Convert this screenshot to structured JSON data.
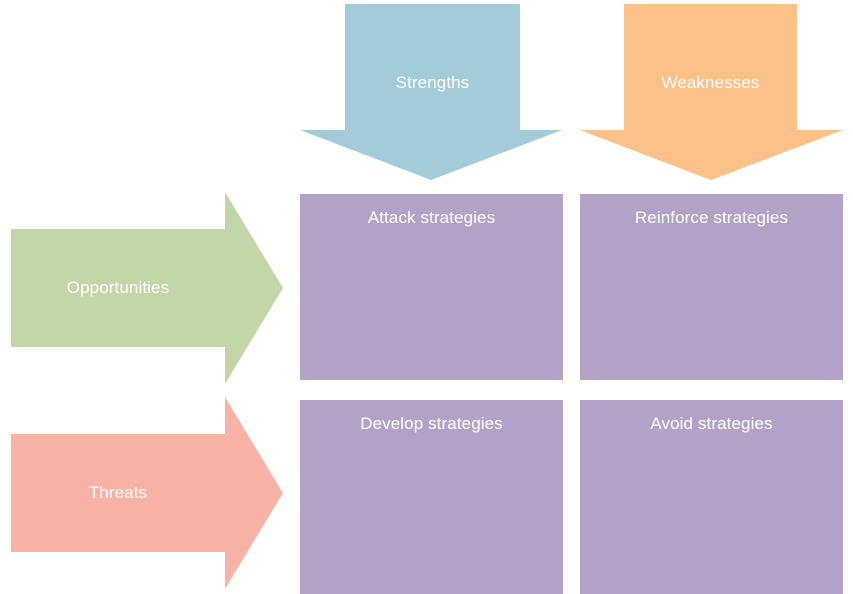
{
  "diagram": {
    "type": "swot-tows-matrix",
    "background": "#ffffff",
    "column_headers": [
      {
        "id": "strengths",
        "label": "Strengths",
        "color": "#a3ccd8",
        "shape": "down-arrow"
      },
      {
        "id": "weaknesses",
        "label": "Weaknesses",
        "color": "#fcc189",
        "shape": "down-arrow"
      }
    ],
    "row_headers": [
      {
        "id": "opportunities",
        "label": "Opportunities",
        "color": "#c3d6a8",
        "shape": "right-arrow"
      },
      {
        "id": "threats",
        "label": "Threats",
        "color": "#f9b2a6",
        "shape": "right-arrow"
      }
    ],
    "cells": [
      {
        "id": "attack",
        "label": "Attack strategies",
        "row": "opportunities",
        "column": "strengths",
        "color": "#b3a2c7"
      },
      {
        "id": "reinforce",
        "label": "Reinforce strategies",
        "row": "opportunities",
        "column": "weaknesses",
        "color": "#b3a2c7"
      },
      {
        "id": "develop",
        "label": "Develop strategies",
        "row": "threats",
        "column": "strengths",
        "color": "#b3a2c7"
      },
      {
        "id": "avoid",
        "label": "Avoid strategies",
        "row": "threats",
        "column": "weaknesses",
        "color": "#b3a2c7"
      }
    ]
  }
}
